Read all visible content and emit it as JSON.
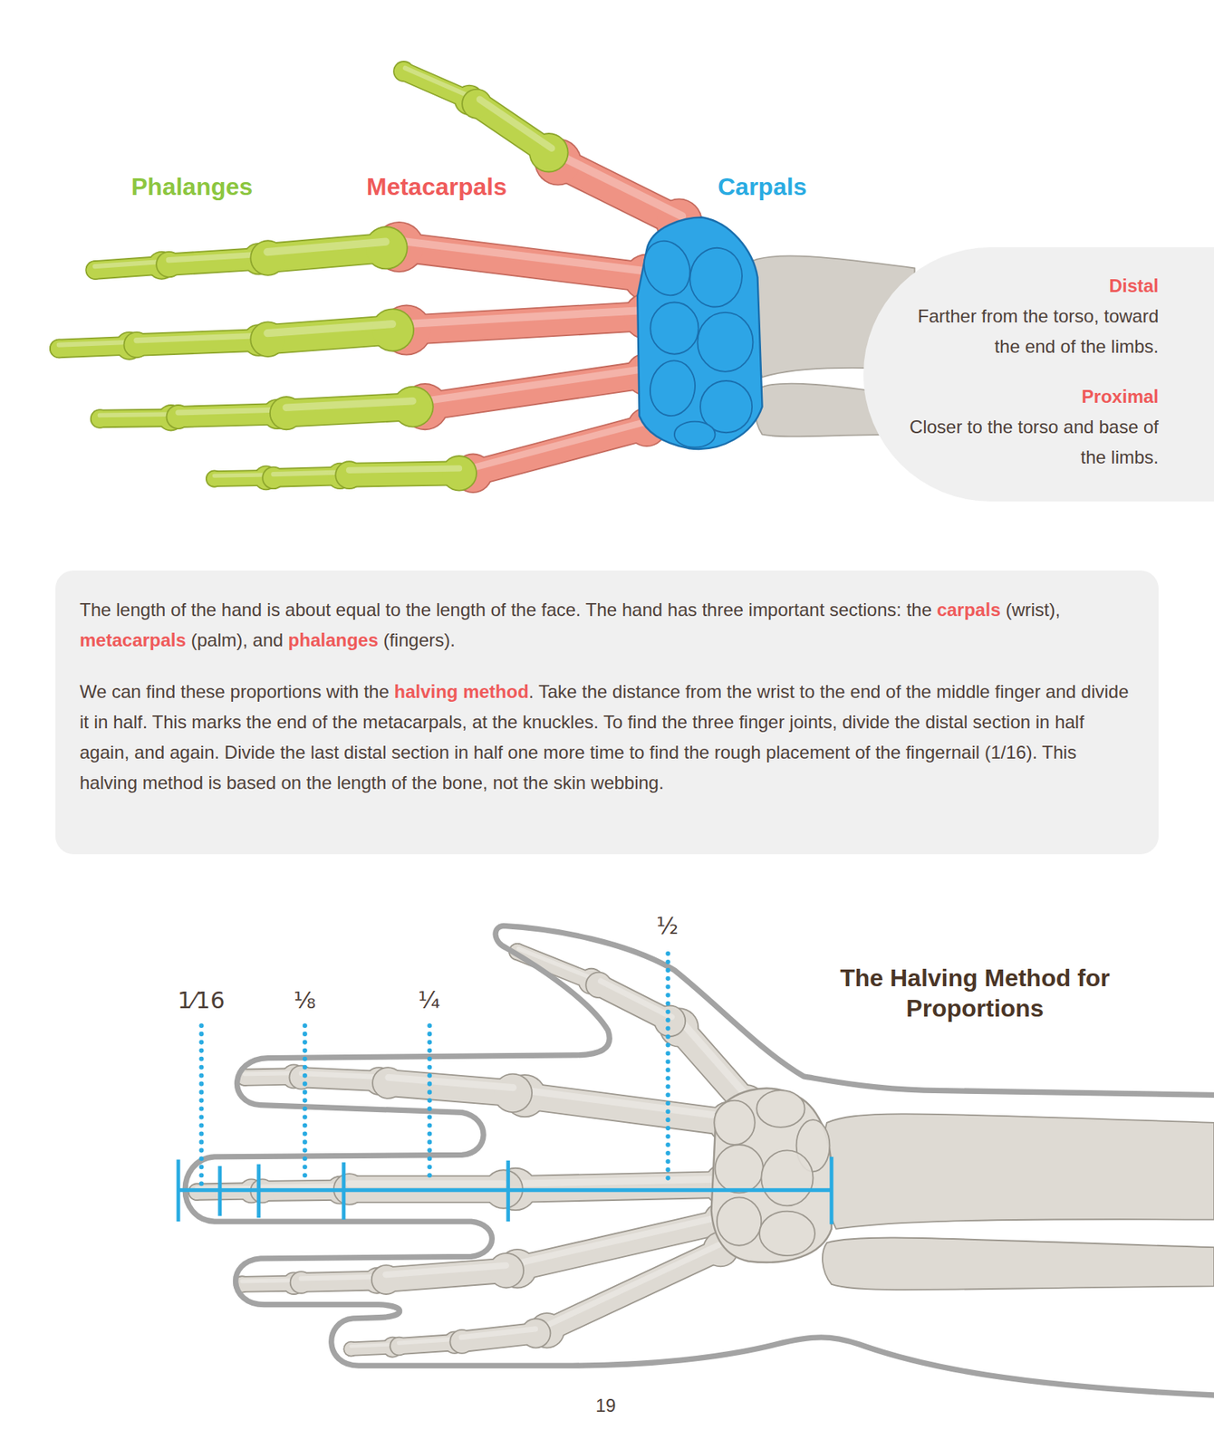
{
  "diagram": {
    "title": "The Halving Method for Proportions",
    "nodes": [
      {
        "text": [
          "Distal",
          "Farther from the torso, toward the end of the limbs.",
          "Proximal",
          "Closer to the torso and base of the limbs."
        ]
      },
      {
        "text": [
          "The length of the hand is about equal to the length of the face. The hand has three important sections: the",
          "carpals",
          "(wrist),",
          "metacarpals",
          "(palm), and",
          "phalanges",
          "(fingers).",
          "We can find these proportions with the",
          "halving method",
          ". Take the distance from the wrist to the end of the middle finger and divide it in half. This marks the end of the metacarpals, at the knuckles. To find the three finger joints, divide the distal section in half again, and again. Divide the last distal section in half one more time to find the rough placement of the fingernail (1/16). This halving method is based on the length of the bone, not the skin webbing."
        ]
      }
    ],
    "labels": [
      "Phalanges",
      "Metacarpals",
      "Carpals",
      "½",
      "1⁄16",
      "⅛",
      "¼",
      "19"
    ]
  }
}
